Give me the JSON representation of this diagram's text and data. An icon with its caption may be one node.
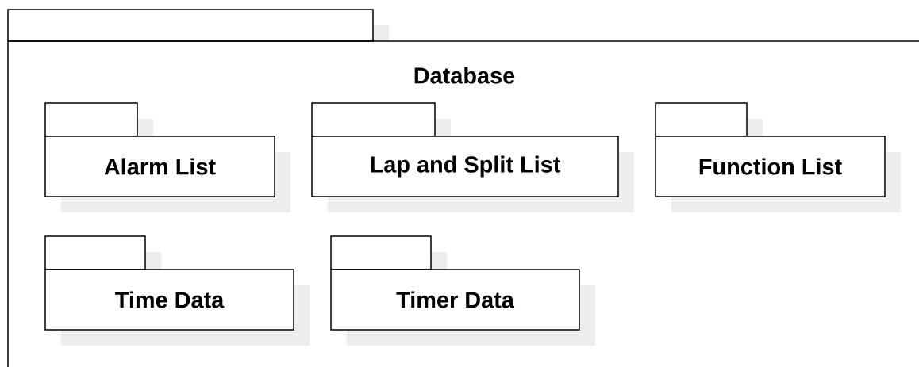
{
  "diagram": {
    "nodes": [
      {
        "text": [
          "Database"
        ]
      },
      {
        "text": [
          "Alarm List"
        ],
        "in": 0
      },
      {
        "text": [
          "Lap and Split List"
        ],
        "in": 0
      },
      {
        "text": [
          "Function List"
        ],
        "in": 0
      },
      {
        "text": [
          "Time Data"
        ],
        "in": 0
      },
      {
        "text": [
          "Timer Data"
        ],
        "in": 0
      }
    ]
  }
}
